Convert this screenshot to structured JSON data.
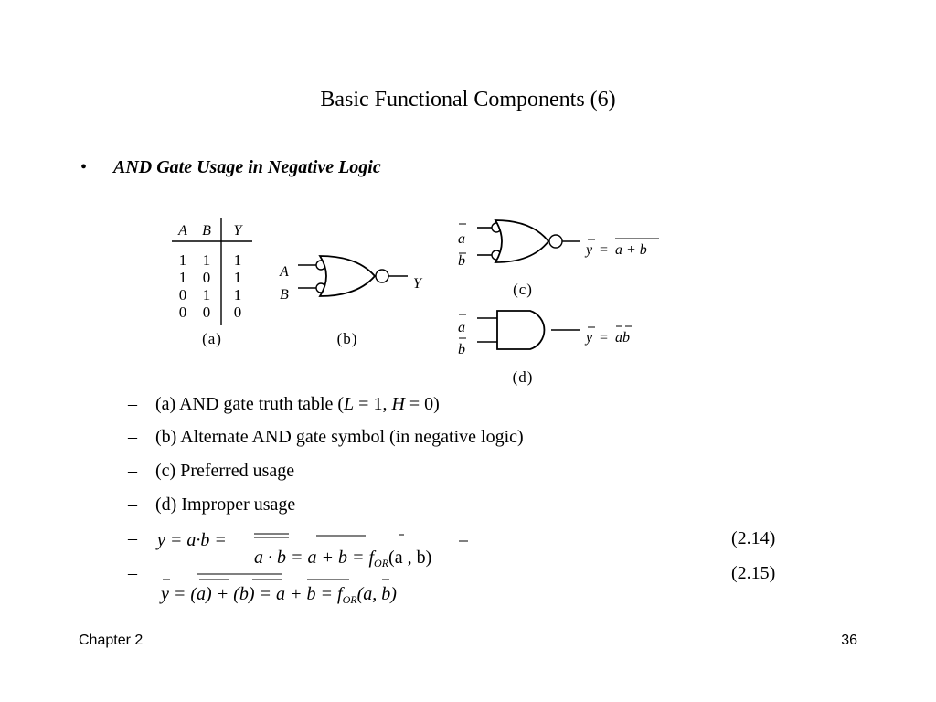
{
  "slide": {
    "title": "Basic Functional Components (6)",
    "bullet": "AND Gate Usage in Negative Logic"
  },
  "truth_table": {
    "headers": [
      "A",
      "B",
      "Y"
    ],
    "rows": [
      [
        "1",
        "1",
        "1"
      ],
      [
        "1",
        "0",
        "1"
      ],
      [
        "0",
        "1",
        "1"
      ],
      [
        "0",
        "0",
        "0"
      ]
    ],
    "caption": "(a)"
  },
  "figures": {
    "b": {
      "caption": "(b)",
      "input_a": "A",
      "input_b": "B",
      "output": "Y"
    },
    "c": {
      "caption": "(c)",
      "input_a": "a",
      "input_b": "b",
      "eq_lhs": "y",
      "eq_eq": "=",
      "eq_rhs": "a + b"
    },
    "d": {
      "caption": "(d)",
      "input_a": "a",
      "input_b": "b",
      "eq_lhs": "y",
      "eq_eq": "=",
      "eq_rhs": "ab"
    }
  },
  "sub_items": [
    {
      "prefix": "(a) AND gate truth table (",
      "L": "L",
      "mid": " = 1, ",
      "H": "H",
      "suffix": " = 0)"
    },
    {
      "text": "(b) Alternate AND gate symbol (in negative logic)"
    },
    {
      "text": "(c) Preferred usage"
    },
    {
      "text": "(d) Improper usage"
    }
  ],
  "equations": {
    "eq214": {
      "line1": "y = a·b =",
      "line2": "a · b = a + b = f",
      "sub": "OR",
      "args": "(a , b)",
      "number": "(2.14)"
    },
    "eq215": {
      "line": "y = (a) + (b) = a + b = f",
      "sub": "OR",
      "args": "(a, b)",
      "number": "(2.15)"
    }
  },
  "footer": {
    "left": "Chapter 2",
    "right": "36"
  }
}
